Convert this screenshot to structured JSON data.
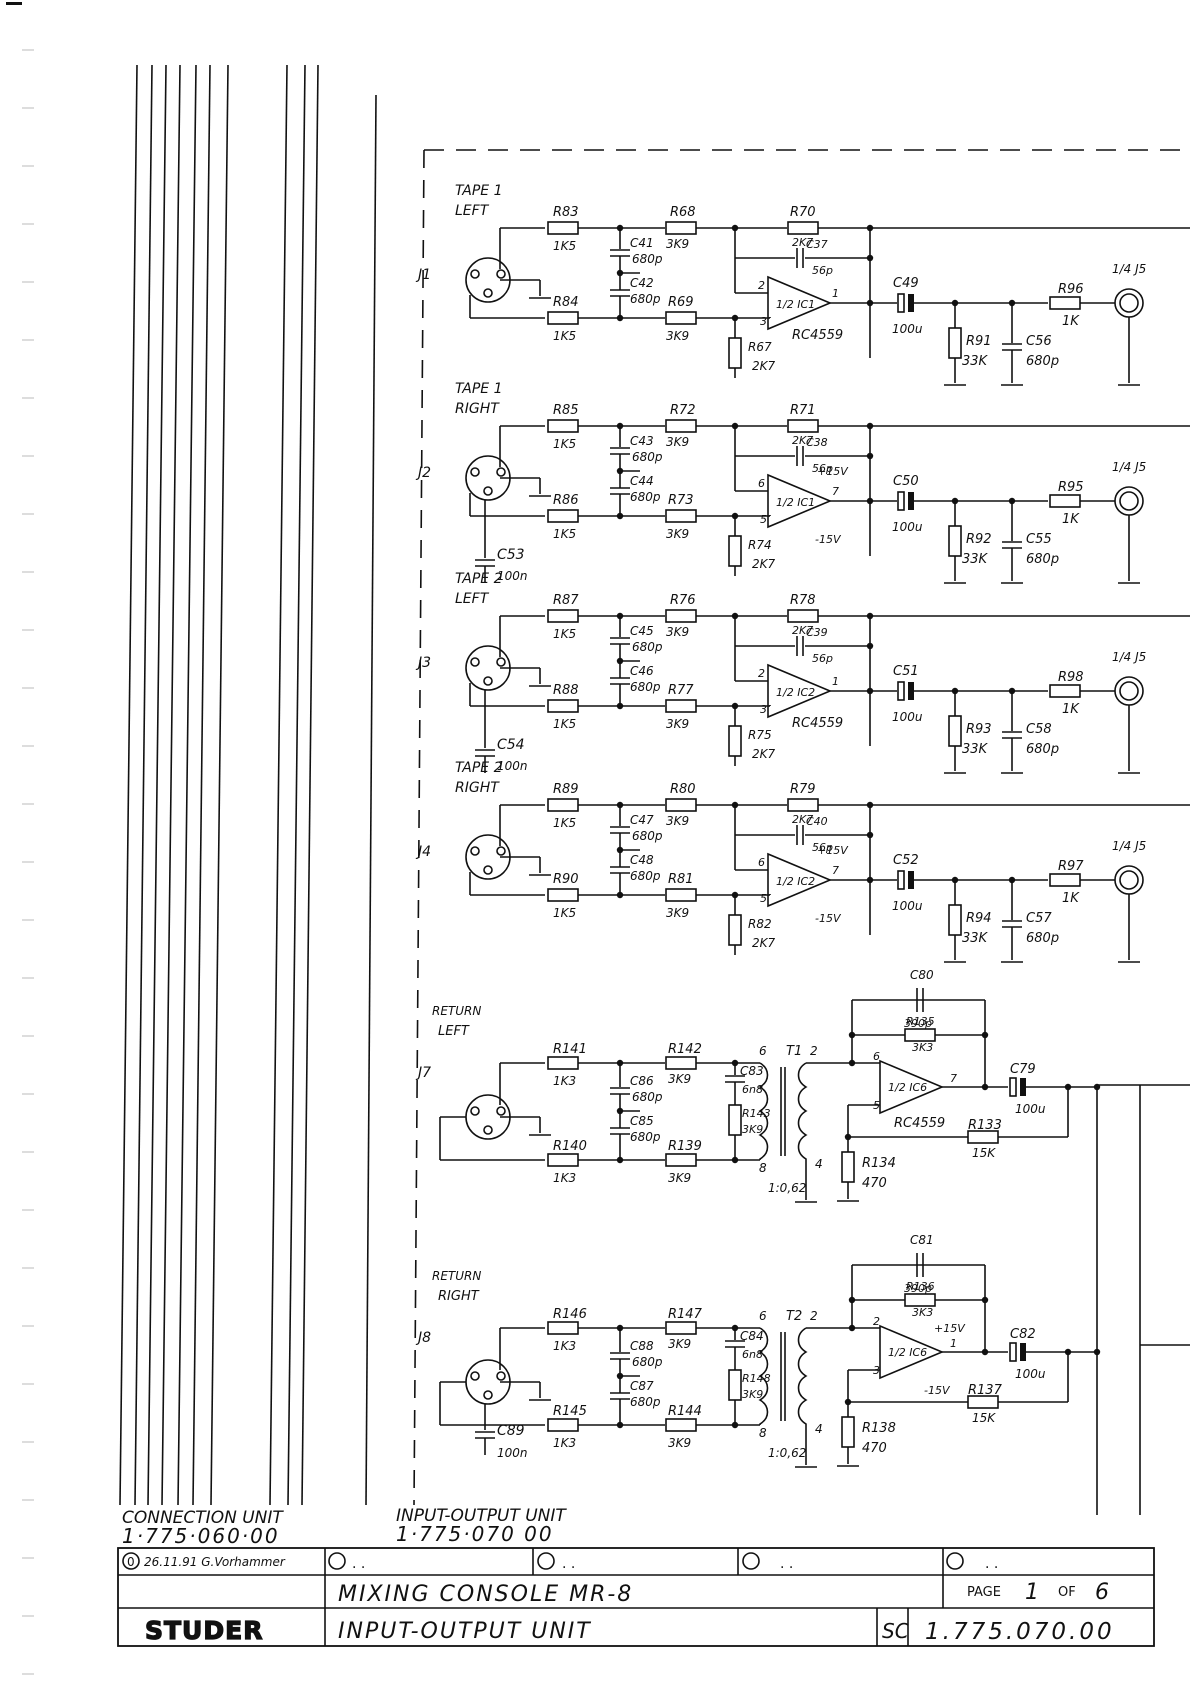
{
  "units": {
    "left_label": "CONNECTION UNIT",
    "left_number": "1·775·060·00",
    "right_label": "INPUT-OUTPUT UNIT",
    "right_number": "1·775·070 00"
  },
  "title_block": {
    "revision_index": "0",
    "revision_text": "26.11.91 G.Vorhammer",
    "empty_revisions": ". .",
    "title_line1": "MIXING CONSOLE MR-8",
    "title_line2": "INPUT-OUTPUT UNIT",
    "logo": "STUDER",
    "page_label": "PAGE",
    "page_number": "1",
    "of_label": "OF",
    "page_total": "6",
    "doc_prefix": "SC",
    "doc_number": "1.775.070.00"
  },
  "stages": [
    {
      "name1": "TAPE 1",
      "name2": "LEFT",
      "conn": "J1",
      "r_in_hot": "R83",
      "r_in_hot_v": "1K5",
      "r_in_cold": "R84",
      "r_in_cold_v": "1K5",
      "c_a": "C41",
      "c_a_v": "680p",
      "c_b": "C42",
      "c_b_v": "680p",
      "r_a": "R68",
      "r_a_v": "3K9",
      "r_b": "R69",
      "r_b_v": "3K9",
      "r_fb": "R70",
      "r_fb_v": "2K7",
      "c_fb": "C37",
      "c_fb_v": "56p",
      "ic": "1/2 IC1",
      "ic_type": "RC4559",
      "r_gnd": "R67",
      "r_gnd_v": "2K7",
      "c_out": "C49",
      "c_out_v": "100u",
      "r_load": "R91",
      "r_load_v": "33K",
      "c_load": "C56",
      "c_load_v": "680p",
      "r_out": "R96",
      "r_out_v": "1K",
      "jack": "1/4 J5",
      "pin_inv": "2",
      "pin_non": "3",
      "pin_out": "1"
    },
    {
      "name1": "TAPE 1",
      "name2": "RIGHT",
      "conn": "J2",
      "r_in_hot": "R85",
      "r_in_hot_v": "1K5",
      "r_in_cold": "R86",
      "r_in_cold_v": "1K5",
      "c_a": "C43",
      "c_a_v": "680p",
      "c_b": "C44",
      "c_b_v": "680p",
      "r_a": "R72",
      "r_a_v": "3K9",
      "r_b": "R73",
      "r_b_v": "3K9",
      "r_fb": "R71",
      "r_fb_v": "2K7",
      "c_fb": "C38",
      "c_fb_v": "56p",
      "ic": "1/2 IC1",
      "ic_type": "",
      "r_gnd": "R74",
      "r_gnd_v": "2K7",
      "c_out": "C50",
      "c_out_v": "100u",
      "r_load": "R92",
      "r_load_v": "33K",
      "c_load": "C55",
      "c_load_v": "680p",
      "r_out": "R95",
      "r_out_v": "1K",
      "jack": "1/4 J5",
      "pin_inv": "6",
      "pin_non": "5",
      "pin_out": "7",
      "c_shunt": "C53",
      "c_shunt_v": "100n",
      "supply_pos": "+15V",
      "supply_neg": "-15V"
    },
    {
      "name1": "TAPE 2",
      "name2": "LEFT",
      "conn": "J3",
      "r_in_hot": "R87",
      "r_in_hot_v": "1K5",
      "r_in_cold": "R88",
      "r_in_cold_v": "1K5",
      "c_a": "C45",
      "c_a_v": "680p",
      "c_b": "C46",
      "c_b_v": "680p",
      "r_a": "R76",
      "r_a_v": "3K9",
      "r_b": "R77",
      "r_b_v": "3K9",
      "r_fb": "R78",
      "r_fb_v": "2K7",
      "c_fb": "C39",
      "c_fb_v": "56p",
      "ic": "1/2 IC2",
      "ic_type": "RC4559",
      "r_gnd": "R75",
      "r_gnd_v": "2K7",
      "c_out": "C51",
      "c_out_v": "100u",
      "r_load": "R93",
      "r_load_v": "33K",
      "c_load": "C58",
      "c_load_v": "680p",
      "r_out": "R98",
      "r_out_v": "1K",
      "jack": "1/4 J5",
      "pin_inv": "2",
      "pin_non": "3",
      "pin_out": "1",
      "c_shunt": "C54",
      "c_shunt_v": "100n"
    },
    {
      "name1": "TAPE 2",
      "name2": "RIGHT",
      "conn": "J4",
      "r_in_hot": "R89",
      "r_in_hot_v": "1K5",
      "r_in_cold": "R90",
      "r_in_cold_v": "1K5",
      "c_a": "C47",
      "c_a_v": "680p",
      "c_b": "C48",
      "c_b_v": "680p",
      "r_a": "R80",
      "r_a_v": "3K9",
      "r_b": "R81",
      "r_b_v": "3K9",
      "r_fb": "R79",
      "r_fb_v": "2K7",
      "c_fb": "C40",
      "c_fb_v": "56p",
      "ic": "1/2 IC2",
      "ic_type": "",
      "r_gnd": "R82",
      "r_gnd_v": "2K7",
      "c_out": "C52",
      "c_out_v": "100u",
      "r_load": "R94",
      "r_load_v": "33K",
      "c_load": "C57",
      "c_load_v": "680p",
      "r_out": "R97",
      "r_out_v": "1K",
      "jack": "1/4 J5",
      "pin_inv": "6",
      "pin_non": "5",
      "pin_out": "7",
      "supply_pos": "+15V",
      "supply_neg": "-15V"
    }
  ],
  "returns": [
    {
      "name1": "RETURN",
      "name2": "LEFT",
      "conn": "J7",
      "r_in_hot": "R141",
      "r_in_hot_v": "1K3",
      "r_in_cold": "R140",
      "r_in_cold_v": "1K3",
      "c_a": "C86",
      "c_a_v": "680p",
      "c_b": "C85",
      "c_b_v": "680p",
      "r_a": "R142",
      "r_a_v": "3K9",
      "r_b": "R139",
      "r_b_v": "3K9",
      "c_sec": "C83",
      "c_sec_v": "6n8",
      "r_sec": "R143",
      "r_sec_v": "3K9",
      "tr": "T1",
      "tr_ratio": "1:0,62",
      "tr_p1": "6",
      "tr_p2": "8",
      "tr_s1": "2",
      "tr_s2": "4",
      "c_fb": "C80",
      "c_fb_v": "390p",
      "r_fb": "R135",
      "r_fb_v": "3K3",
      "ic": "1/2 IC6",
      "ic_type": "RC4559",
      "pin_inv": "6",
      "pin_non": "5",
      "pin_out": "7",
      "r_bias": "R133",
      "r_bias_v": "15K",
      "r_gnd": "R134",
      "r_gnd_v": "470",
      "c_out": "C79",
      "c_out_v": "100u"
    },
    {
      "name1": "RETURN",
      "name2": "RIGHT",
      "conn": "J8",
      "r_in_hot": "R146",
      "r_in_hot_v": "1K3",
      "r_in_cold": "R145",
      "r_in_cold_v": "1K3",
      "c_a": "C88",
      "c_a_v": "680p",
      "c_b": "C87",
      "c_b_v": "680p",
      "r_a": "R147",
      "r_a_v": "3K9",
      "r_b": "R144",
      "r_b_v": "3K9",
      "c_sec": "C84",
      "c_sec_v": "6n8",
      "r_sec": "R148",
      "r_sec_v": "3K9",
      "tr": "T2",
      "tr_ratio": "1:0,62",
      "tr_p1": "6",
      "tr_p2": "8",
      "tr_s1": "2",
      "tr_s2": "4",
      "c_fb": "C81",
      "c_fb_v": "390p",
      "r_fb": "R136",
      "r_fb_v": "3K3",
      "ic": "1/2 IC6",
      "ic_type": "",
      "pin_inv": "2",
      "pin_non": "3",
      "pin_out": "1",
      "r_bias": "R137",
      "r_bias_v": "15K",
      "r_gnd": "R138",
      "r_gnd_v": "470",
      "c_out": "C82",
      "c_out_v": "100u",
      "c_shunt": "C89",
      "c_shunt_v": "100n",
      "supply_pos": "+15V",
      "supply_neg": "-15V"
    }
  ]
}
